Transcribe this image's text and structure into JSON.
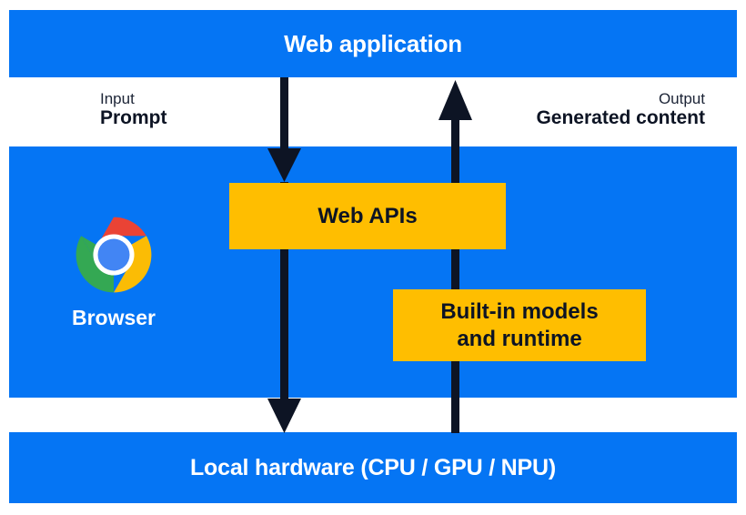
{
  "diagram": {
    "title": "Web application",
    "layers": {
      "top": {
        "label": "Web application",
        "color": "#0575f4"
      },
      "middle": {
        "label": "Browser",
        "color": "#0575f4"
      },
      "bottom": {
        "label": "Local hardware (CPU / GPU / NPU)",
        "color": "#0575f4"
      }
    },
    "io": {
      "input": {
        "caption": "Input",
        "value": "Prompt"
      },
      "output": {
        "caption": "Output",
        "value": "Generated content"
      }
    },
    "boxes": [
      {
        "label": "Web APIs",
        "color": "#ffbe00"
      },
      {
        "label": "Built-in models\nand runtime",
        "color": "#ffbe00"
      }
    ],
    "browser": {
      "logo_name": "chrome-logo",
      "label": "Browser",
      "logo_colors": {
        "red": "#ea4335",
        "yellow": "#fbbc05",
        "green": "#34a853",
        "blue": "#4285f4",
        "ring": "#ffffff"
      }
    },
    "arrows": {
      "color": "#0d1424",
      "downward": {
        "name": "request-flow-arrow",
        "direction": "down"
      },
      "upward": {
        "name": "response-flow-arrow",
        "direction": "up"
      }
    }
  }
}
